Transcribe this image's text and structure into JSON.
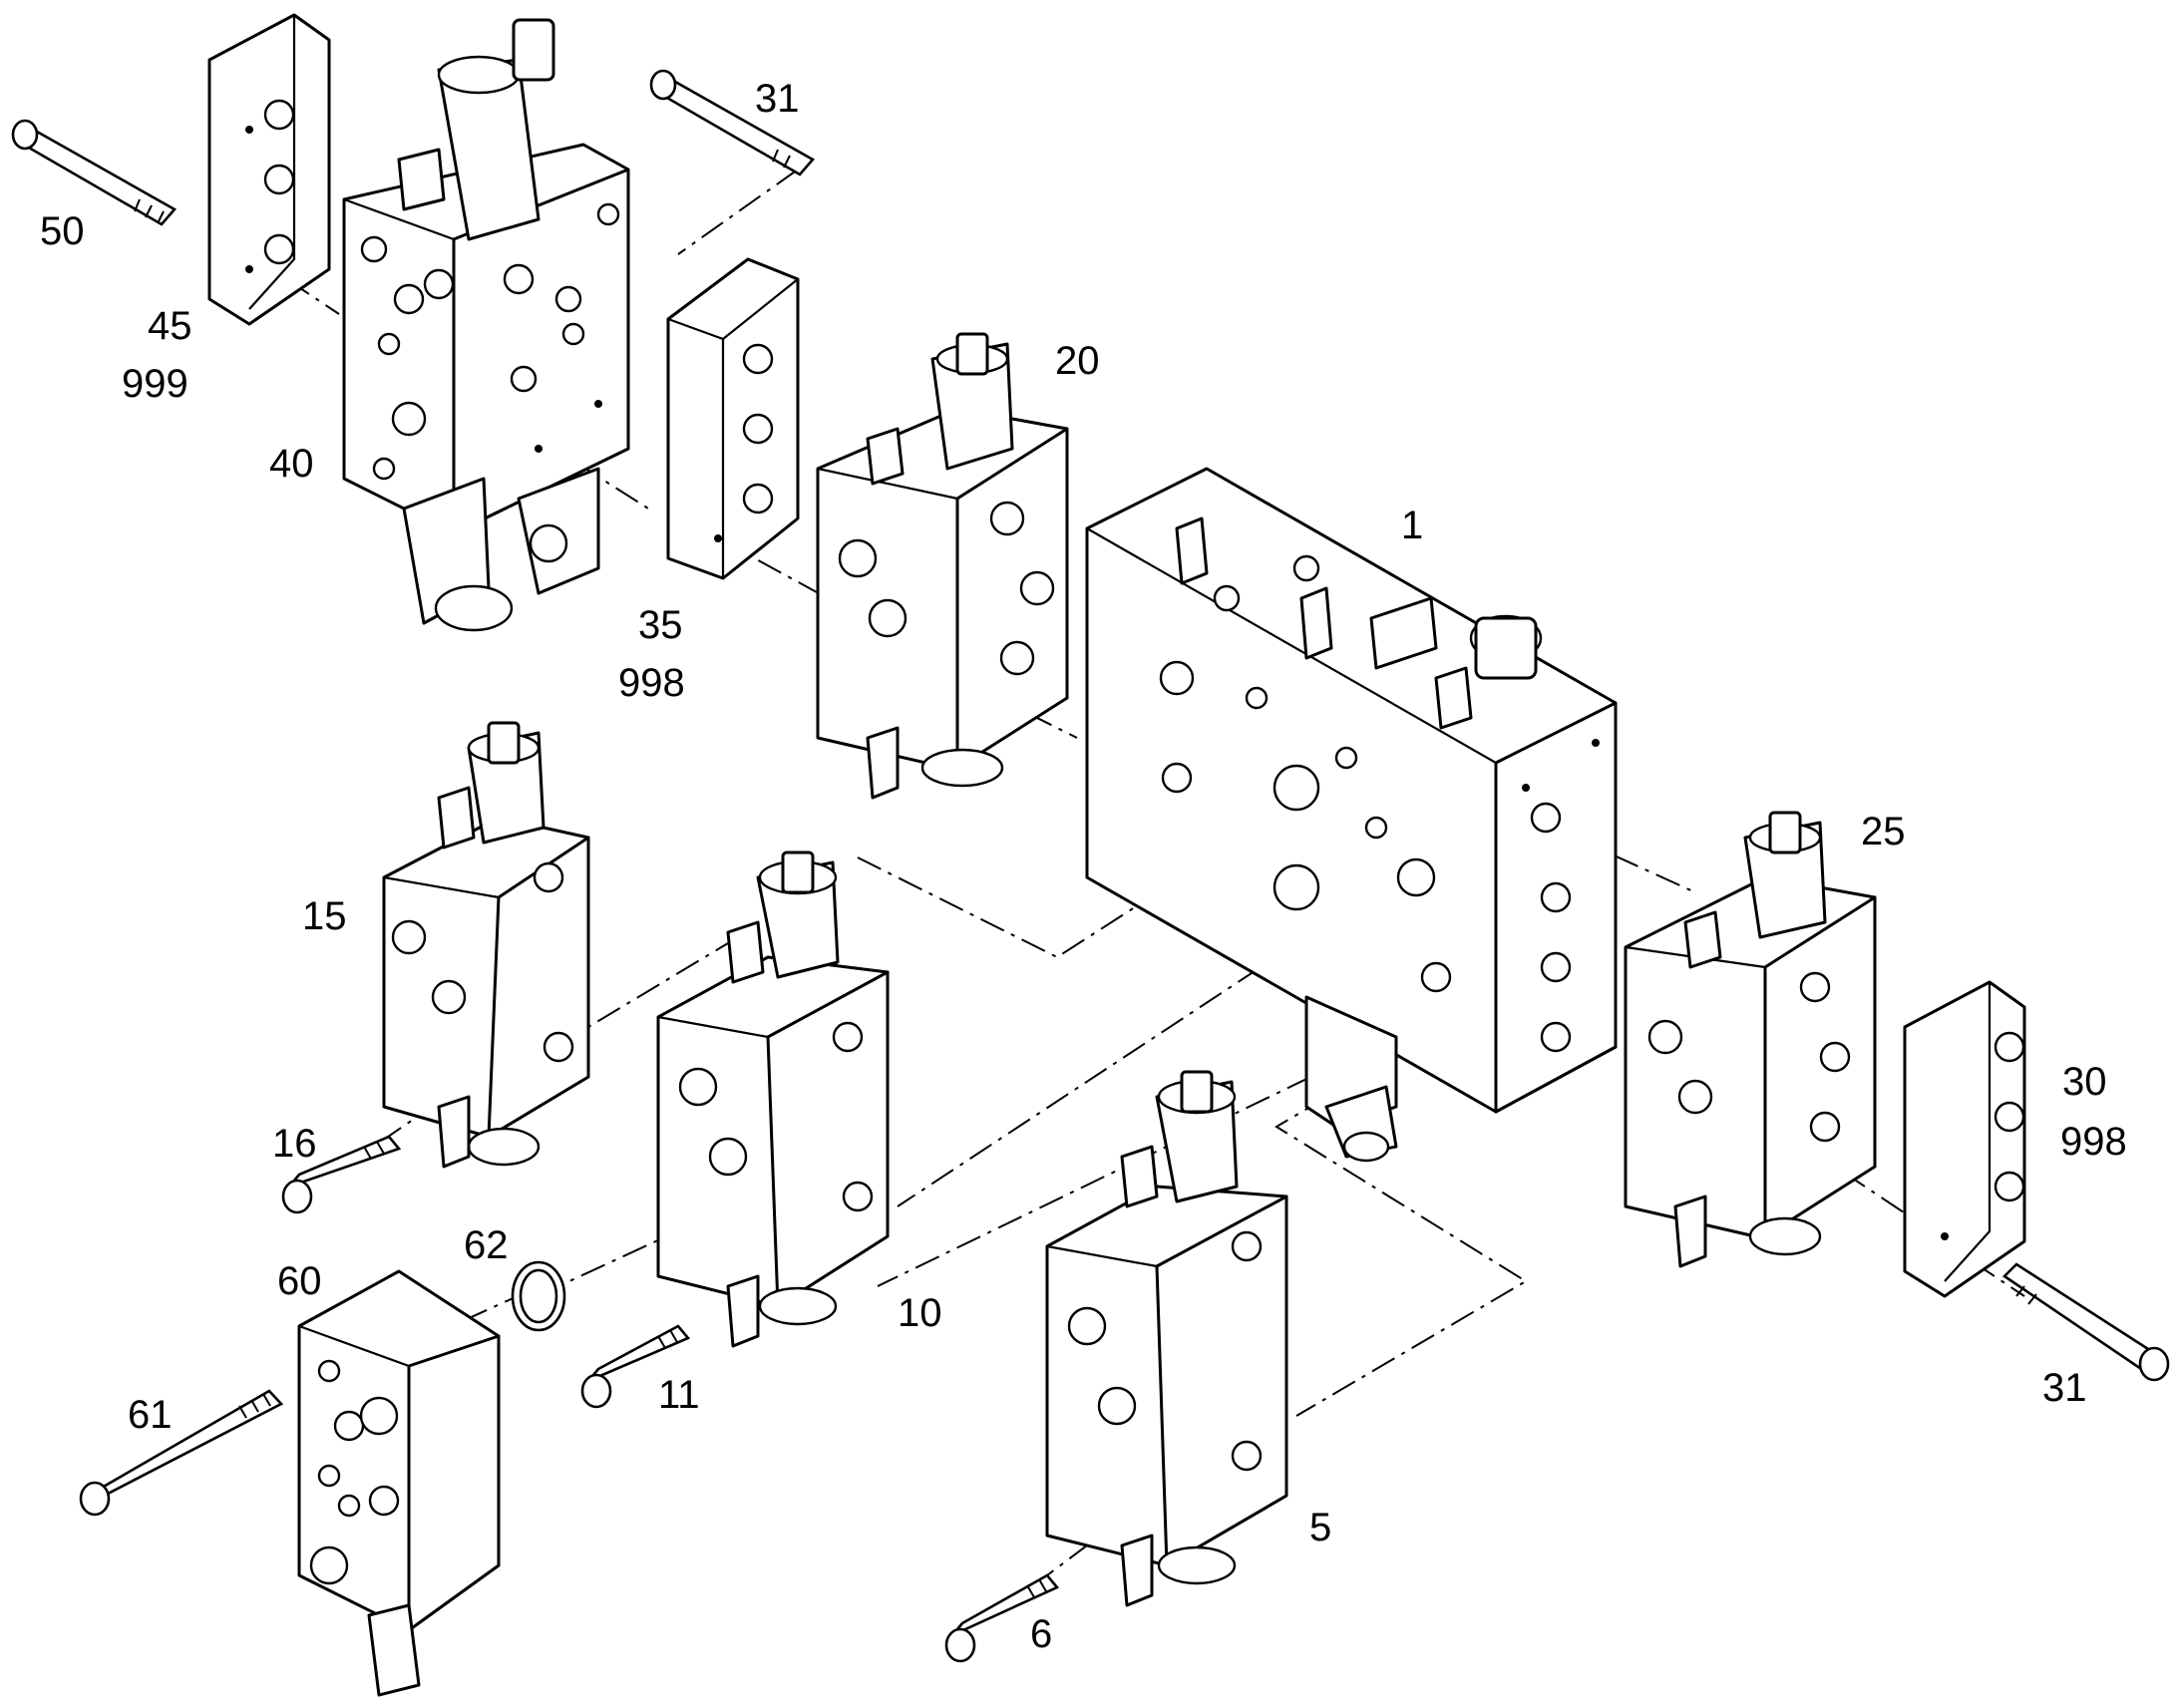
{
  "diagram": {
    "callouts": {
      "c1": "1",
      "c5": "5",
      "c6": "6",
      "c10": "10",
      "c11": "11",
      "c15": "15",
      "c16": "16",
      "c20": "20",
      "c25": "25",
      "c30": "30",
      "c30b": "998",
      "c31a": "31",
      "c31b": "31",
      "c35": "35",
      "c35b": "998",
      "c40": "40",
      "c45": "45",
      "c45b": "999",
      "c50": "50",
      "c60": "60",
      "c61": "61",
      "c62": "62"
    }
  }
}
